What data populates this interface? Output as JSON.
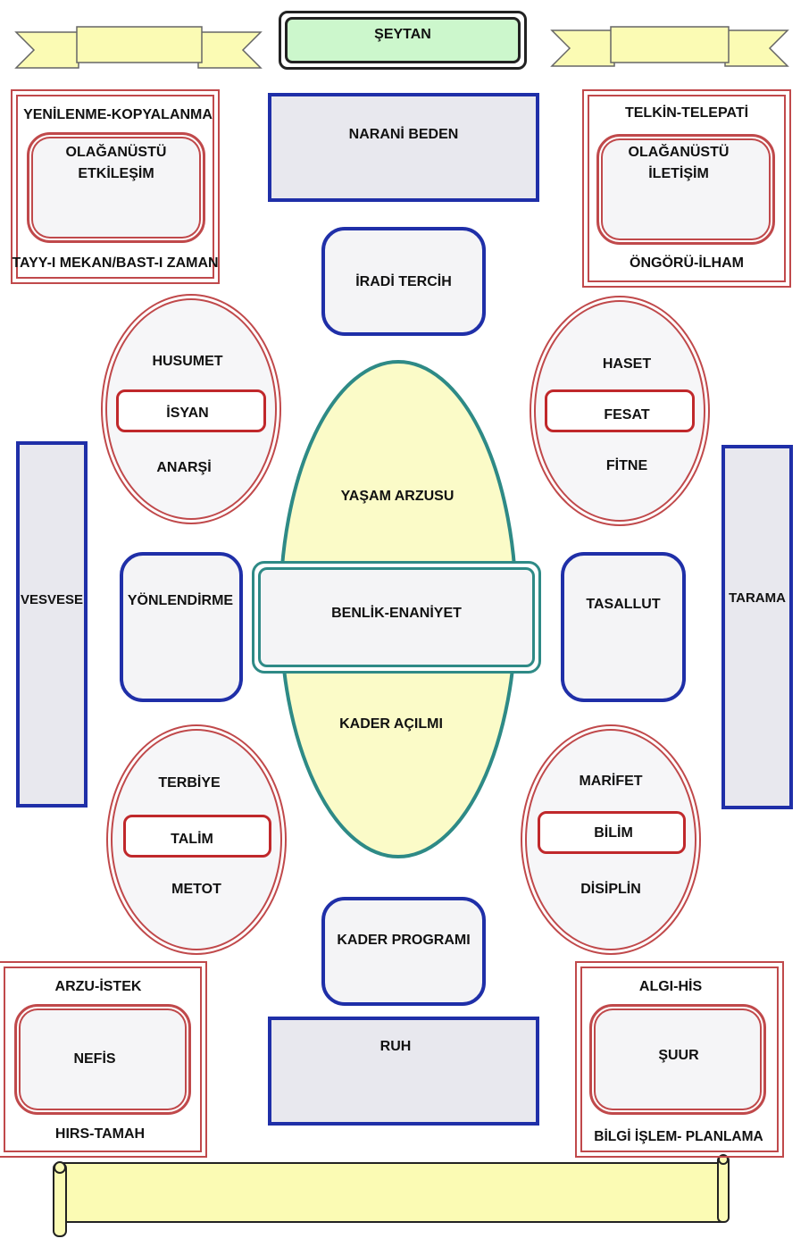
{
  "top": {
    "title": "ŞEYTAN"
  },
  "center": {
    "narani_beden": "NARANİ BEDEN",
    "iradi_tercih": "İRADİ TERCİH",
    "yasam_arzusu": "YAŞAM ARZUSU",
    "benlik": "BENLİK-ENANİYET",
    "kader_acilimi": "KADER AÇILMI",
    "kader_programi": "KADER PROGRAMI",
    "ruh": "RUH"
  },
  "top_left": {
    "top": "YENİLENME-KOPYALANMA",
    "inner_line1": "OLAĞANÜSTÜ",
    "inner_line2": "ETKİLEŞİM",
    "bottom": "TAYY-I MEKAN/BAST-I ZAMAN"
  },
  "top_right": {
    "top": "TELKİN-TELEPATİ",
    "inner_line1": "OLAĞANÜSTÜ",
    "inner_line2": "İLETİŞİM",
    "bottom": "ÖNGÖRÜ-İLHAM"
  },
  "ellipse_tl": {
    "top": "HUSUMET",
    "mid": "İSYAN",
    "bottom": "ANARŞİ"
  },
  "ellipse_tr": {
    "top": "HASET",
    "mid": "FESAT",
    "bottom": "FİTNE"
  },
  "ellipse_bl": {
    "top": "TERBİYE",
    "mid": "TALİM",
    "bottom": "METOT"
  },
  "ellipse_br": {
    "top": "MARİFET",
    "mid": "BİLİM",
    "bottom": "DİSİPLİN"
  },
  "side": {
    "left_bar": "VESVESE",
    "left_box": "YÖNLENDİRME",
    "right_box": "TASALLUT",
    "right_bar": "TARAMA"
  },
  "bottom_left": {
    "top": "ARZU-İSTEK",
    "inner": "NEFİS",
    "bottom": "HIRS-TAMAH"
  },
  "bottom_right": {
    "top": "ALGI-HİS",
    "inner": "ŞUUR",
    "bottom": "BİLGİ İŞLEM- PLANLAMA"
  },
  "colors": {
    "green_box": "#ccf7cc",
    "banner": "#fbfbb4",
    "center_ellipse": "#fbfbc8",
    "blue": "#1f2fa8",
    "red": "#c0494b",
    "teal": "#2e8a86"
  },
  "icons": [
    "banner-left-icon",
    "banner-right-icon",
    "scroll-icon"
  ]
}
